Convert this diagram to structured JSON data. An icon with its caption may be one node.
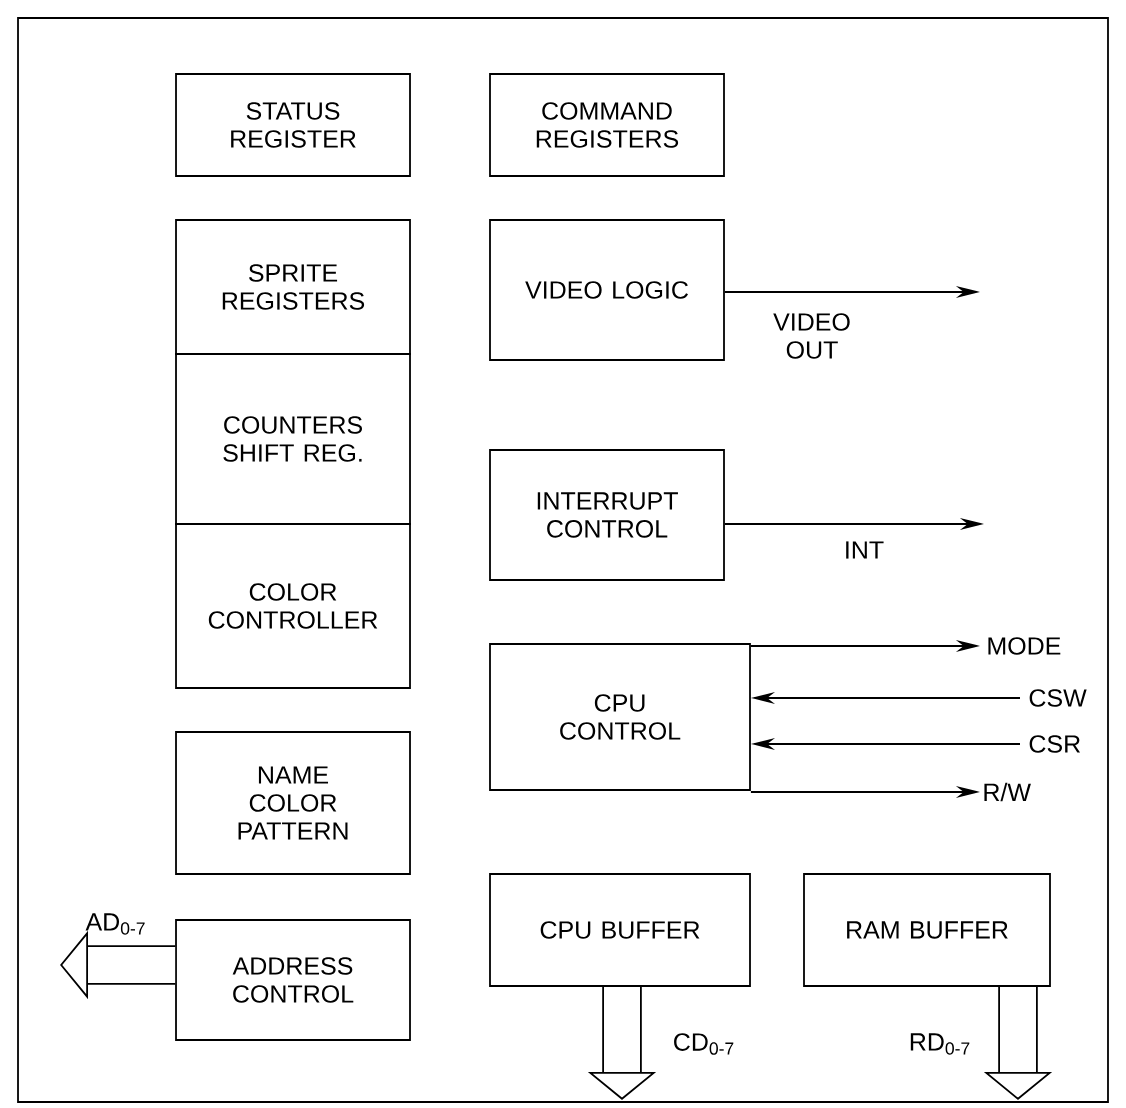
{
  "diagram": {
    "nodes": [
      {
        "text": [
          "STATUS REGISTER"
        ]
      },
      {
        "text": [
          "COMMAND REGISTERS"
        ]
      },
      {
        "text": [
          "SPRITE REGISTERS"
        ]
      },
      {
        "text": [
          "VIDEO LOGIC"
        ]
      },
      {
        "text": [
          "COUNTERS SHIFT REG."
        ]
      },
      {
        "text": [
          "INTERRUPT CONTROL"
        ]
      },
      {
        "text": [
          "COLOR CONTROLLER"
        ]
      },
      {
        "text": [
          "CPU CONTROL"
        ]
      },
      {
        "text": [
          "NAME COLOR PATTERN"
        ]
      },
      {
        "text": [
          "ADDRESS CONTROL"
        ]
      },
      {
        "text": [
          "CPU BUFFER"
        ]
      },
      {
        "text": [
          "RAM BUFFER"
        ]
      }
    ],
    "edges": [
      {
        "from": 3,
        "to": null,
        "arrow": "to",
        "label": "VIDEO OUT"
      },
      {
        "from": 5,
        "to": null,
        "arrow": "to",
        "label": "INT"
      },
      {
        "from": 7,
        "to": null,
        "arrow": "to",
        "label": "MODE"
      },
      {
        "from": null,
        "to": 7,
        "arrow": "to",
        "label": "CSW"
      },
      {
        "from": null,
        "to": 7,
        "arrow": "to",
        "label": "CSR"
      },
      {
        "from": 7,
        "to": null,
        "arrow": "to",
        "label": "R/W"
      },
      {
        "from": 9,
        "to": null,
        "arrow": "to",
        "label": "AD$_{0-7}$",
        "style": "thick"
      },
      {
        "from": 10,
        "to": null,
        "arrow": "to",
        "label": "CD$_{0-7}$",
        "style": "thick"
      },
      {
        "from": 11,
        "to": null,
        "arrow": "to",
        "label": "RD$_{0-7}$",
        "style": "thick"
      }
    ]
  }
}
